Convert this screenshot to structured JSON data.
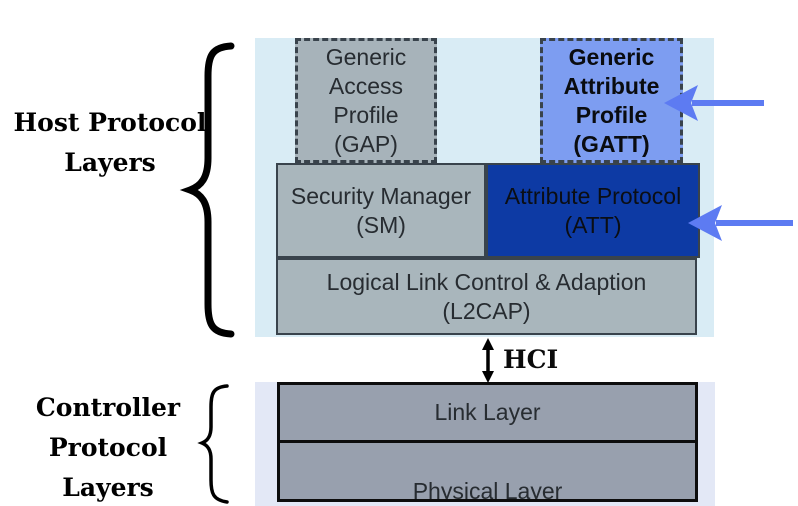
{
  "diagram": {
    "kind": "bluetooth-le-protocol-stack",
    "labels": {
      "host_group": {
        "line1": "Host Protocol",
        "line2": "Layers"
      },
      "controller_group": {
        "line1": "Controller",
        "line2": "Protocol",
        "line3": "Layers"
      },
      "hci": "HCI"
    },
    "boxes": {
      "gap": {
        "lines": [
          "Generic",
          "Access",
          "Profile",
          "(GAP)"
        ]
      },
      "gatt": {
        "lines": [
          "Generic",
          "Attribute",
          "Profile",
          "(GATT)"
        ]
      },
      "sm": {
        "lines": [
          "Security Manager",
          "(SM)"
        ]
      },
      "att": {
        "lines": [
          "Attribute Protocol",
          "(ATT)"
        ]
      },
      "l2cap": {
        "lines": [
          "Logical Link Control & Adaption",
          "(L2CAP)"
        ]
      },
      "link": {
        "label": "Link Layer"
      },
      "phy": {
        "label": "Physical Layer"
      }
    },
    "icons": {
      "gatt_arrow": "left-pointing-arrow",
      "att_arrow": "left-pointing-arrow",
      "hci_arrow": "up-down-double-arrow",
      "host_brace": "left-curly-brace",
      "controller_brace": "left-curly-brace"
    },
    "colors": {
      "host_panel": "#d9ecf5",
      "controller_panel": "#e3e8f6",
      "gap_fill": "#a7b3ba",
      "gatt_fill": "#7d9df1",
      "sm_fill": "#a9b6bc",
      "att_fill": "#0d3aa4",
      "l2cap_fill": "#a9b6bc",
      "controller_box_fill": "#98a0ae",
      "dashed_border": "#39434c",
      "solid_border": "#39434c",
      "outer_border": "#0d0d0d",
      "arrow_blue": "#5d7bf2",
      "text_dark": "#272c31"
    }
  }
}
